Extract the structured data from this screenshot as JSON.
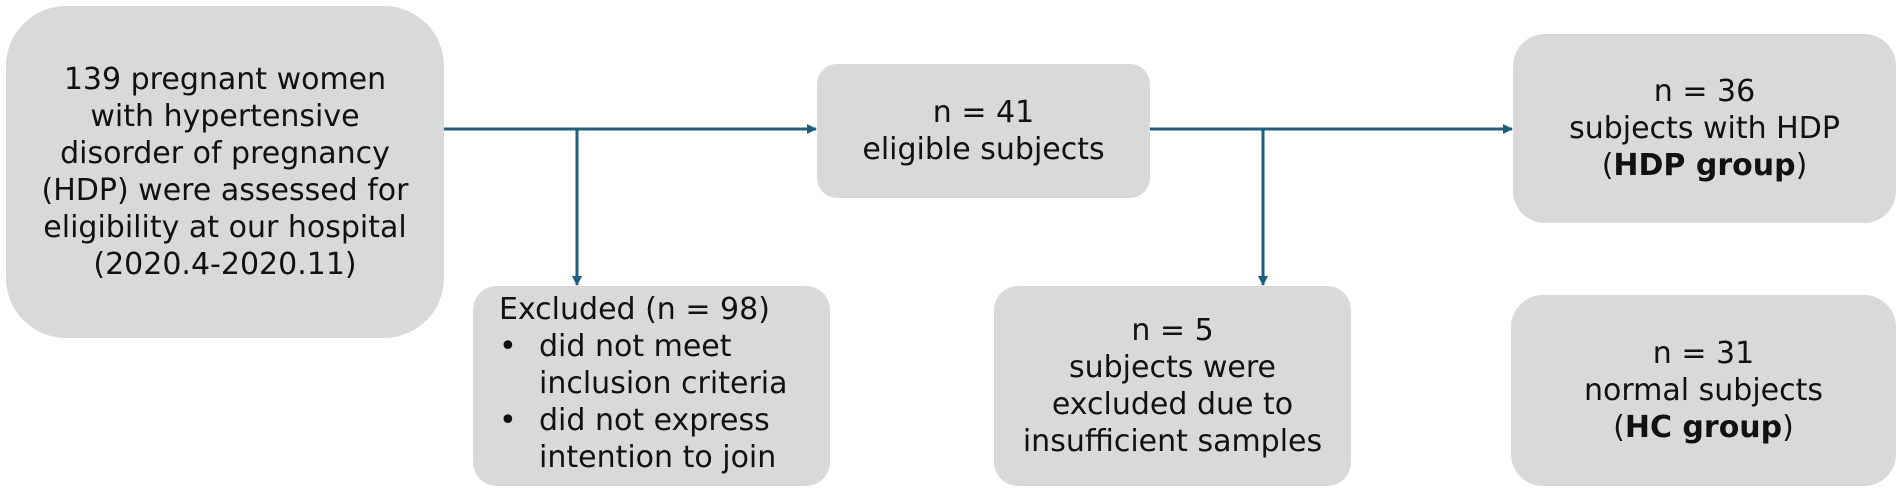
{
  "boxes": {
    "start": {
      "lines": [
        "139 pregnant women",
        "with hypertensive",
        "disorder of pregnancy",
        "(HDP) were assessed for",
        "eligibility at our hospital",
        "(2020.4-2020.11)"
      ]
    },
    "eligible": {
      "lines": [
        "n = 41",
        "eligible subjects"
      ]
    },
    "excluded": {
      "title": "Excluded (n = 98)",
      "bullet_symbol": "•",
      "bullets": [
        [
          "did not meet",
          "inclusion criteria"
        ],
        [
          "did not express",
          "intention to join"
        ]
      ]
    },
    "insufficient": {
      "lines": [
        "n = 5",
        "subjects were",
        "excluded due to",
        "insufficient samples"
      ]
    },
    "hdp_group": {
      "lines": [
        "n = 36",
        "subjects with HDP"
      ],
      "paren_open": "(",
      "group_name": "HDP group",
      "paren_close": ")"
    },
    "hc_group": {
      "lines": [
        "n = 31",
        "normal subjects"
      ],
      "paren_open": "(",
      "group_name": "HC group",
      "paren_close": ")"
    }
  },
  "colors": {
    "arrow": "#1f5f7f",
    "box_fill": "#d9d9d9",
    "text": "#111111"
  }
}
